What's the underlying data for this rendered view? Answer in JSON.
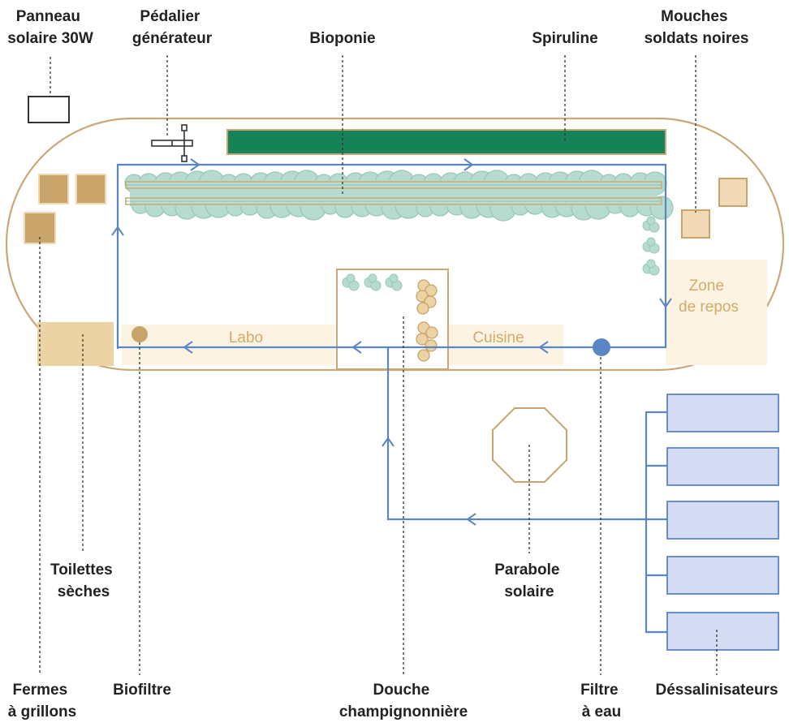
{
  "colors": {
    "outline": "#c8a876",
    "tan_dark": "#c9a46b",
    "tan_light": "#f0d9b4",
    "zone_fill": "#fdf3e3",
    "water": "#5b86c5",
    "plant_fill": "#b7dccf",
    "plant_stroke": "#97c8b8",
    "spirulina": "#158257",
    "desal_fill": "#d4dcf3",
    "mushroom": "#ecd3a3",
    "label": "#222222",
    "zone_text": "#d2ab6b"
  },
  "labels": {
    "panneau": [
      "Panneau",
      "solaire 30W"
    ],
    "pedalier": [
      "Pédalier",
      "générateur"
    ],
    "bioponie": [
      "Bioponie"
    ],
    "spiruline": [
      "Spiruline"
    ],
    "mouches": [
      "Mouches",
      "soldats noires"
    ],
    "toilettes": [
      "Toilettes",
      "sèches"
    ],
    "parabole": [
      "Parabole",
      "solaire"
    ],
    "fermes": [
      "Fermes",
      "à grillons"
    ],
    "biofiltre": [
      "Biofiltre"
    ],
    "douche": [
      "Douche",
      "champignonnière"
    ],
    "filtre": [
      "Filtre",
      "à eau"
    ],
    "dessal": [
      "Déssalinisateurs"
    ]
  },
  "zones": {
    "labo": "Labo",
    "cuisine": "Cuisine",
    "repos": [
      "Zone",
      "de repos"
    ]
  },
  "icons": {
    "pedal": "pedal-generator-icon",
    "solar_panel": "solar-panel-icon",
    "biofilter": "biofilter-icon",
    "water_filter": "water-filter-icon",
    "parabola": "solar-parabola-icon"
  },
  "counts": {
    "desalinators": 5
  }
}
